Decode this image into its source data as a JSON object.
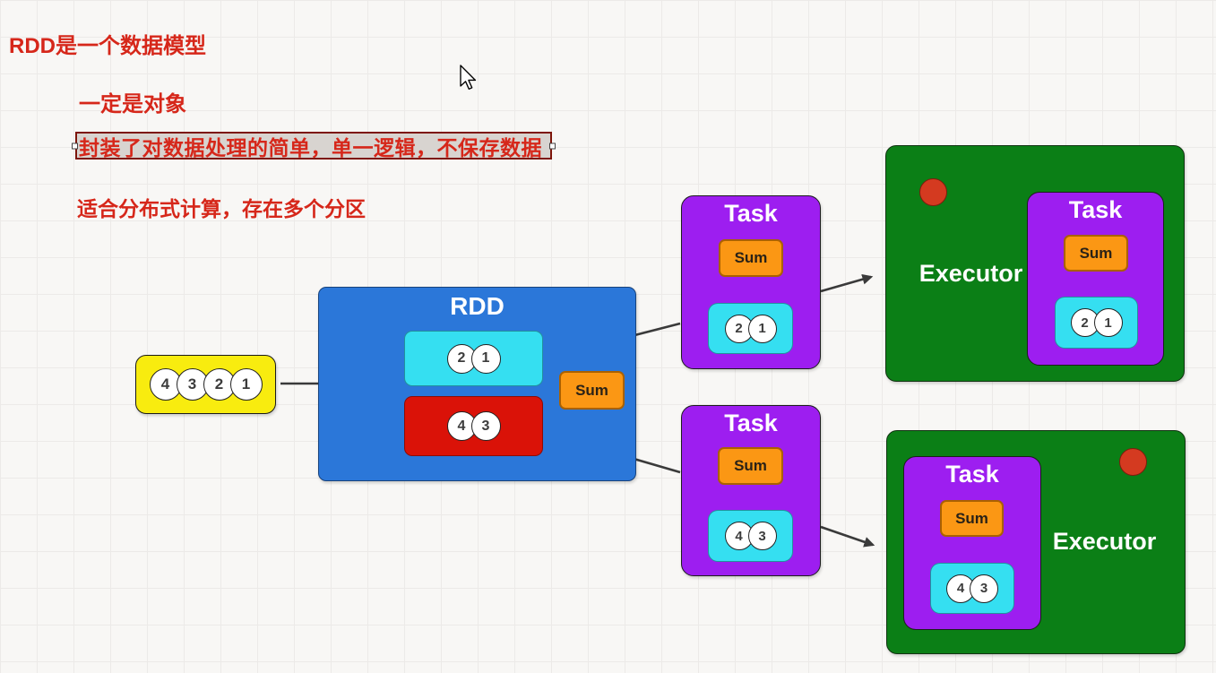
{
  "annotations": {
    "title": "RDD是一个数据模型",
    "point_object": "一定是对象",
    "point_logic": "封装了对数据处理的简单，单一逻辑，不保存数据",
    "point_distributed": "适合分布式计算，存在多个分区"
  },
  "source_collection": {
    "values": [
      "4",
      "3",
      "2",
      "1"
    ]
  },
  "rdd": {
    "title": "RDD",
    "sum_label": "Sum",
    "partitions": [
      {
        "values": [
          "2",
          "1"
        ]
      },
      {
        "values": [
          "4",
          "3"
        ]
      }
    ]
  },
  "tasks": [
    {
      "title": "Task",
      "sum_label": "Sum",
      "values": [
        "2",
        "1"
      ]
    },
    {
      "title": "Task",
      "sum_label": "Sum",
      "values": [
        "4",
        "3"
      ]
    }
  ],
  "executors": [
    {
      "title": "Executor",
      "task": {
        "title": "Task",
        "sum_label": "Sum",
        "values": [
          "2",
          "1"
        ]
      }
    },
    {
      "title": "Executor",
      "task": {
        "title": "Task",
        "sum_label": "Sum",
        "values": [
          "4",
          "3"
        ]
      }
    }
  ],
  "colors": {
    "note_red": "#d6271a",
    "highlight_bg": "#d8d4d0",
    "highlight_border": "#7d150a",
    "source_yellow": "#f8ec0f",
    "rdd_blue": "#2b77d9",
    "partition_cyan": "#35dff1",
    "partition_red": "#da1208",
    "sum_orange": "#fb9714",
    "task_purple": "#9d1ef0",
    "executor_green": "#0b7f16",
    "status_dot_red": "#d43a20",
    "connector_dark": "#3a3a3a"
  }
}
